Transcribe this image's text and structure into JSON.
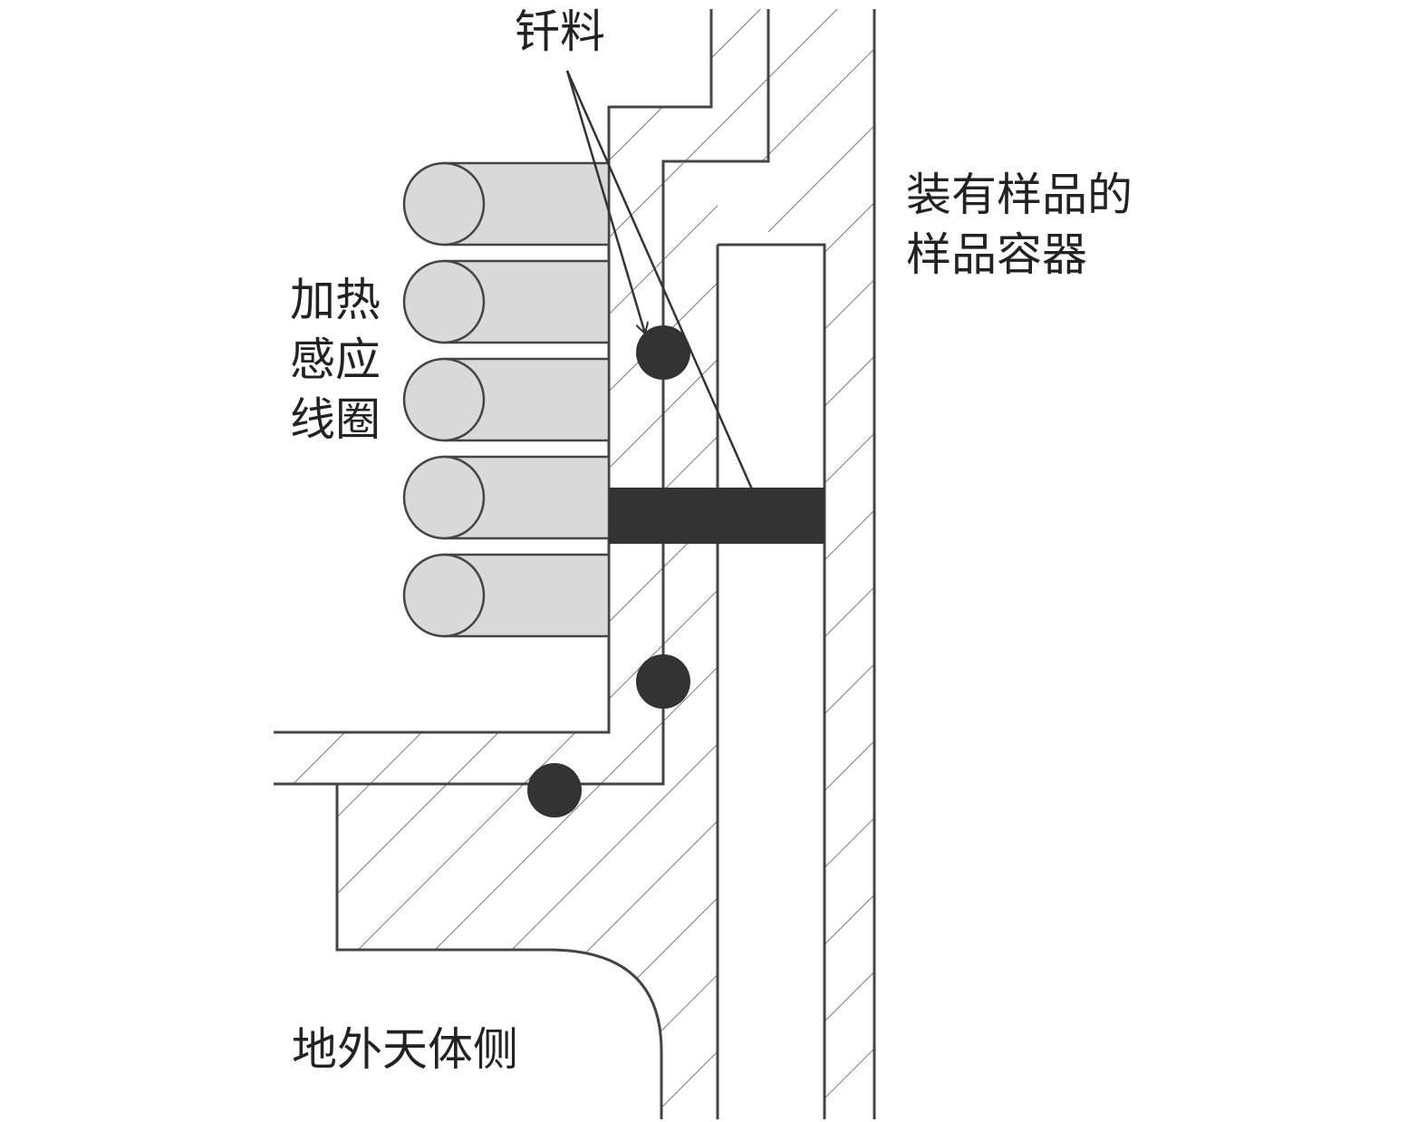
{
  "labels": {
    "solder": "钎料",
    "container_line1": "装有样品的",
    "container_line2": "样品容器",
    "coil_line1": "加热",
    "coil_line2": "感应",
    "coil_line3": "线圈",
    "bottom_side": "地外天体侧"
  },
  "colors": {
    "stroke": "#444444",
    "hatch": "#777777",
    "coil_fill": "#d9d9d9",
    "solder_fill": "#333333",
    "text": "#222222"
  }
}
